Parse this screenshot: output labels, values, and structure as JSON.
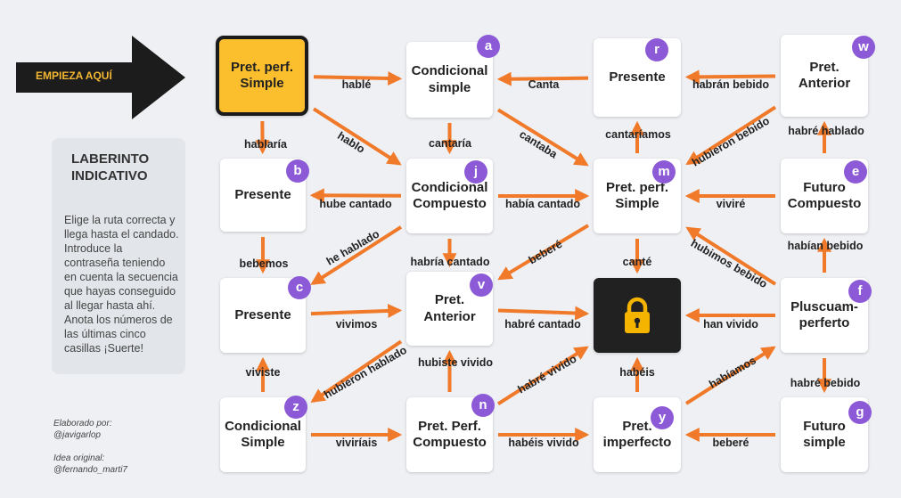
{
  "start": {
    "text": "EMPIEZA AQUÍ",
    "arrow_color": "#1c1c1c",
    "text_color": "#f4b731"
  },
  "info": {
    "title": "LABERINTO INDICATIVO",
    "body": "Elige la ruta correcta y llega hasta el candado. Introduce la contraseña teniendo en cuenta la secuencia que hayas conseguido al llegar hasta ahí. Anota los números de las últimas cinco casillas ¡Suerte!",
    "credit1_label": "Elaborado por:",
    "credit1_name": "@javigarlop",
    "credit2_label": "Idea original:",
    "credit2_name": "@fernando_marti7"
  },
  "colors": {
    "arrow": "#f07a2a",
    "badge": "#8c5ad6",
    "start_fill": "#fbbf2e",
    "lock_bg": "#212121",
    "lock_icon": "#f5b400"
  },
  "cards": [
    {
      "id": "start",
      "label": "Pret. perf. Simple",
      "badge": ""
    },
    {
      "id": "a",
      "label": "Condicional simple",
      "badge": "a"
    },
    {
      "id": "r",
      "label": "Presente",
      "badge": "r"
    },
    {
      "id": "w",
      "label": "Pret. Anterior",
      "badge": "w"
    },
    {
      "id": "b",
      "label": "Presente",
      "badge": "b"
    },
    {
      "id": "j",
      "label": "Condicional Compuesto",
      "badge": "j"
    },
    {
      "id": "m",
      "label": "Pret. perf. Simple",
      "badge": "m"
    },
    {
      "id": "e",
      "label": "Futuro Compuesto",
      "badge": "e"
    },
    {
      "id": "c",
      "label": "Presente",
      "badge": "c"
    },
    {
      "id": "v",
      "label": "Pret. Anterior",
      "badge": "v"
    },
    {
      "id": "lock",
      "label": "",
      "badge": ""
    },
    {
      "id": "f",
      "label": "Pluscuam-perferto",
      "badge": "f"
    },
    {
      "id": "z",
      "label": "Condicional Simple",
      "badge": "z"
    },
    {
      "id": "n",
      "label": "Pret. Perf. Compuesto",
      "badge": "n"
    },
    {
      "id": "y",
      "label": "Pret. imperfecto",
      "badge": "y"
    },
    {
      "id": "g",
      "label": "Futuro simple",
      "badge": "g"
    }
  ],
  "edges": [
    {
      "from": "start",
      "to": "a",
      "label": "hablé"
    },
    {
      "from": "r",
      "to": "a",
      "label": "Canta"
    },
    {
      "from": "w",
      "to": "r",
      "label": "habrán bebido"
    },
    {
      "from": "start",
      "to": "b",
      "label": "hablaría"
    },
    {
      "from": "start",
      "to": "j",
      "label": "hablo"
    },
    {
      "from": "a",
      "to": "j",
      "label": "cantaría"
    },
    {
      "from": "a",
      "to": "m",
      "label": "cantaba"
    },
    {
      "from": "m",
      "to": "r",
      "label": "cantaríamos"
    },
    {
      "from": "w",
      "to": "m",
      "label": "hubieron bebido"
    },
    {
      "from": "e",
      "to": "w",
      "label": "habré hablado"
    },
    {
      "from": "j",
      "to": "b",
      "label": "hube cantado"
    },
    {
      "from": "j",
      "to": "m",
      "label": "había cantado"
    },
    {
      "from": "e",
      "to": "m",
      "label": "viviré"
    },
    {
      "from": "b",
      "to": "c",
      "label": "bebemos"
    },
    {
      "from": "j",
      "to": "c",
      "label": "he hablado"
    },
    {
      "from": "j",
      "to": "v",
      "label": "habría cantado"
    },
    {
      "from": "m",
      "to": "v",
      "label": "beberé"
    },
    {
      "from": "m",
      "to": "lock",
      "label": "canté"
    },
    {
      "from": "f",
      "to": "m",
      "label": "hubimos bebido"
    },
    {
      "from": "f",
      "to": "e",
      "label": "habían bebido"
    },
    {
      "from": "c",
      "to": "v",
      "label": "vivimos"
    },
    {
      "from": "v",
      "to": "lock",
      "label": "habré cantado"
    },
    {
      "from": "f",
      "to": "lock",
      "label": "han vivido"
    },
    {
      "from": "z",
      "to": "c",
      "label": "viviste"
    },
    {
      "from": "v",
      "to": "z",
      "label": "hubieron hablado"
    },
    {
      "from": "n",
      "to": "v",
      "label": "hubiste vivido"
    },
    {
      "from": "n",
      "to": "lock",
      "label": "habré vivido"
    },
    {
      "from": "y",
      "to": "lock",
      "label": "habéis"
    },
    {
      "from": "y",
      "to": "f",
      "label": "habíamos"
    },
    {
      "from": "f",
      "to": "g",
      "label": "habré bebido"
    },
    {
      "from": "z",
      "to": "n",
      "label": "viviríais"
    },
    {
      "from": "n",
      "to": "y",
      "label": "habéis vivido"
    },
    {
      "from": "g",
      "to": "y",
      "label": "beberé"
    }
  ]
}
